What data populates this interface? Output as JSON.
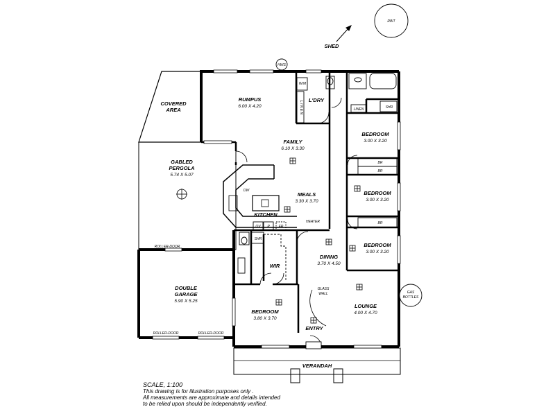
{
  "rooms": {
    "covered_area": {
      "line1": "COVERED",
      "line2": "AREA"
    },
    "rumpus": {
      "name": "RUMPUS",
      "dims": "6.00 X 4.20"
    },
    "laundry": {
      "name": "L'DRY"
    },
    "family": {
      "name": "FAMILY",
      "dims": "6.10 X 3.30"
    },
    "gabled_pergola": {
      "line1": "GABLED",
      "line2": "PERGOLA",
      "dims": "5.74 X 5.07"
    },
    "meals": {
      "name": "MEALS",
      "dims": "3.30 X 3.70"
    },
    "kitchen": {
      "name": "KITCHEN"
    },
    "bedroom_2": {
      "name": "BEDROOM",
      "dims": "3.00 X 3.20"
    },
    "bedroom_3": {
      "name": "BEDROOM",
      "dims": "3.00 X 3.20"
    },
    "bedroom_4": {
      "name": "BEDROOM",
      "dims": "3.00 X 3.20"
    },
    "double_garage": {
      "line1": "DOUBLE",
      "line2": "GARAGE",
      "dims": "5.90 X 5.25"
    },
    "wir": {
      "name": "WIR"
    },
    "dining": {
      "name": "DINING",
      "dims": "3.70 X 4.50"
    },
    "main_bedroom": {
      "name": "BEDROOM",
      "dims": "3.80 X 3.70"
    },
    "lounge": {
      "name": "LOUNGE",
      "dims": "4.00 X 4.70"
    },
    "entry": {
      "name": "ENTRY"
    },
    "verandah": {
      "name": "VERANDAH"
    }
  },
  "fixtures": {
    "hws": "HWS",
    "rwt": "RWT",
    "shed": "SHED",
    "gas_bottles_1": "GAS",
    "gas_bottles_2": "BOTTLES",
    "linen_vertical": "L I N E N",
    "linen": "LINEN",
    "wm": "W/M",
    "shr_ensuite": "SHR",
    "shr_bath": "SHR",
    "br_1": "BR",
    "br_2": "BR",
    "br_3": "BR",
    "dw": "DW",
    "ov": "OV",
    "pantry": "P",
    "fr": "FR",
    "heater": "HEATER",
    "glass_wall_1": "GLASS",
    "glass_wall_2": "WALL",
    "roller_door_pergola": "ROLLER-DOOR",
    "roller_door_garage_1": "ROLLER-DOOR",
    "roller_door_garage_2": "ROLLER-DOOR"
  },
  "notes": {
    "scale": "SCALE, 1:100",
    "line1": "This drawing is for illustration purposes only .",
    "line2": "All measurements are approximate and details intended",
    "line3": "to be relied upon should be independently verified."
  }
}
